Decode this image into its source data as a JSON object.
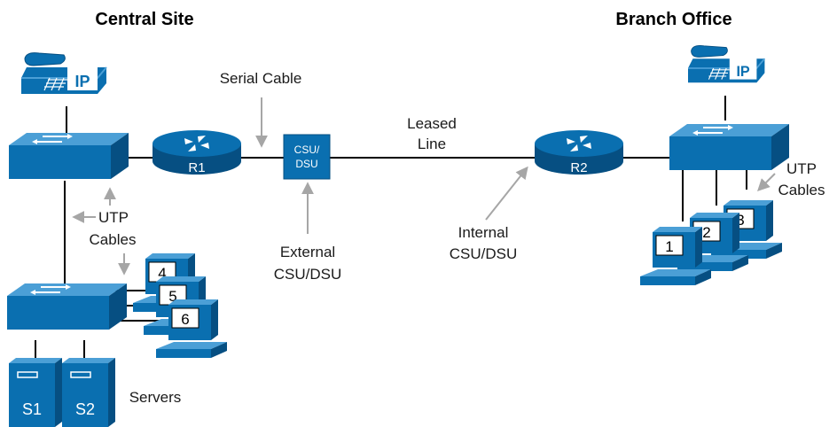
{
  "sites": {
    "central": "Central Site",
    "branch": "Branch Office"
  },
  "labels": {
    "serial_cable": "Serial Cable",
    "leased_line_1": "Leased",
    "leased_line_2": "Line",
    "external_1": "External",
    "external_2": "CSU/DSU",
    "internal_1": "Internal",
    "internal_2": "CSU/DSU",
    "utp_left_1": "UTP",
    "utp_left_2": "Cables",
    "utp_right_1": "UTP",
    "utp_right_2": "Cables",
    "servers": "Servers"
  },
  "devices": {
    "r1": "R1",
    "r2": "R2",
    "csu_1": "CSU/",
    "csu_2": "DSU",
    "ip_phone_left": "IP",
    "ip_phone_right": "IP",
    "s1": "S1",
    "s2": "S2"
  },
  "pcs": {
    "pc1": "1",
    "pc2": "2",
    "pc3": "3",
    "pc4": "4",
    "pc5": "5",
    "pc6": "6"
  },
  "colors": {
    "device_blue": "#0a6fb0",
    "device_dark": "#064f82",
    "device_light": "#4b9fd6",
    "line": "#000000",
    "arrow_gray": "#a6a6a6"
  }
}
